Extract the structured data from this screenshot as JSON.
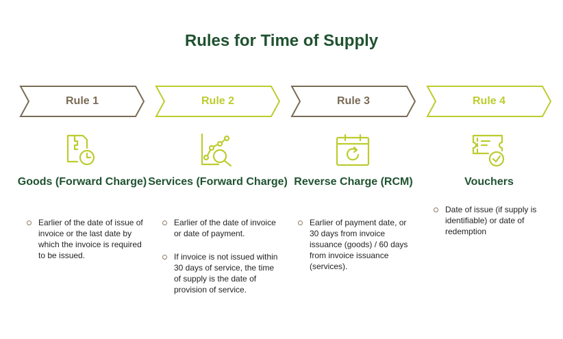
{
  "title": "Rules for Time of Supply",
  "colors": {
    "brown": "#7a6b55",
    "lime": "#bccc2e",
    "heading_green": "#1f5230"
  },
  "rules": [
    {
      "label": "Rule 1",
      "icon": "document-clock-icon",
      "heading": "Goods (Forward Charge)",
      "bullets": [
        "Earlier of the date of issue of invoice or the last date by which the invoice is required to be issued."
      ]
    },
    {
      "label": "Rule 2",
      "icon": "chart-magnifier-icon",
      "heading": "Services (Forward Charge)",
      "bullets": [
        "Earlier of the date of invoice or date of payment.",
        "If invoice is not issued within 30 days of service, the time of supply is the date of provision of service."
      ]
    },
    {
      "label": "Rule 3",
      "icon": "calendar-refresh-icon",
      "heading": "Reverse Charge (RCM)",
      "bullets": [
        "Earlier of payment date, or 30 days from invoice issuance (goods) / 60 days from invoice issuance (services)."
      ]
    },
    {
      "label": "Rule 4",
      "icon": "voucher-check-icon",
      "heading": "Vouchers",
      "bullets": [
        "Date of issue (if supply is identifiable) or date of redemption"
      ]
    }
  ]
}
